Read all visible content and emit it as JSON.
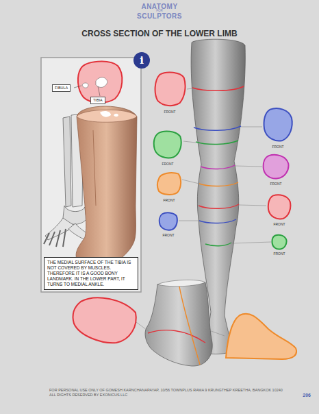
{
  "diagram": {
    "title": "CROSS SECTION OF THE LOWER LIMB",
    "nodes": [
      {
        "text": [
          "i"
        ]
      },
      {
        "text": [
          "FIBULA"
        ]
      },
      {
        "text": [
          "TIBIA"
        ]
      },
      {
        "text": [
          "THE MEDIAL SURFACE OF THE TIBIA IS NOT COVERED BY MUSCLES. THEREFORE IT IS A GOOD BONY LANDMARK. IN THE LOWER PART, IT TURNS TO MEDIAL ANKLE."
        ]
      },
      {
        "text": [
          "FRONT"
        ]
      },
      {
        "text": [
          "FRONT"
        ]
      },
      {
        "text": [
          "FRONT"
        ]
      },
      {
        "text": [
          "FRONT"
        ]
      },
      {
        "text": [
          "FRONT"
        ]
      },
      {
        "text": [
          "FRONT"
        ]
      },
      {
        "text": [
          "FRONT"
        ]
      },
      {
        "text": [
          "FRONT"
        ]
      }
    ],
    "labels": [
      "ANATOMY",
      "FOR",
      "SCULPTORS",
      "FOR PERSONAL USE ONLY OF GOMESH KARNCHANAPAYAP, 10/56 TOWNPLUS RAMA 9 KRUNGTHEP KREETHA, BANGKOK 10240",
      "ALL RIGHTS RESERVED BY EXONICUS LLC",
      "206"
    ]
  }
}
